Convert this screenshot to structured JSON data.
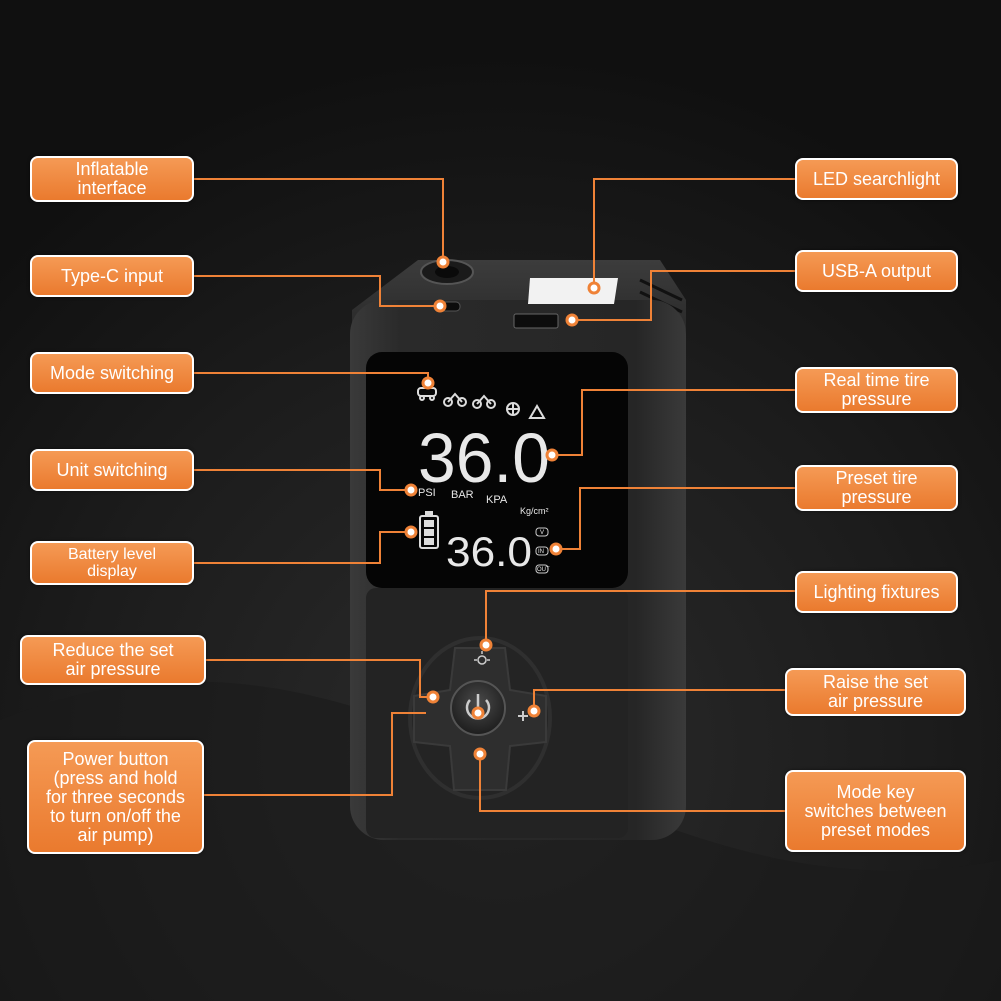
{
  "callouts": {
    "inflatable_interface": "Inflatable\ninterface",
    "type_c_input": "Type-C input",
    "mode_switching": "Mode switching",
    "unit_switching": "Unit switching",
    "battery_level_display": "Battery level\ndisplay",
    "reduce_set_pressure": "Reduce the set\nair pressure",
    "power_button": "Power button\n(press and hold\nfor three seconds\nto turn on/off the\nair pump)",
    "led_searchlight": "LED searchlight",
    "usb_a_output": "USB-A output",
    "real_time_pressure": "Real time tire\npressure",
    "preset_pressure": "Preset tire\npressure",
    "lighting_fixtures": "Lighting fixtures",
    "raise_set_pressure": "Raise the set\nair pressure",
    "mode_key": "Mode key\nswitches between\npreset modes"
  },
  "display": {
    "main_reading": "36.0",
    "preset_reading": "36.0",
    "units": [
      "PSI",
      "BAR",
      "KPA",
      "Kg/cm²"
    ],
    "preset_tags": [
      "V",
      "IN",
      "OUT"
    ]
  },
  "colors": {
    "accent": "#ef8237",
    "background": "#111111",
    "device_body": "#2a2a2a"
  }
}
